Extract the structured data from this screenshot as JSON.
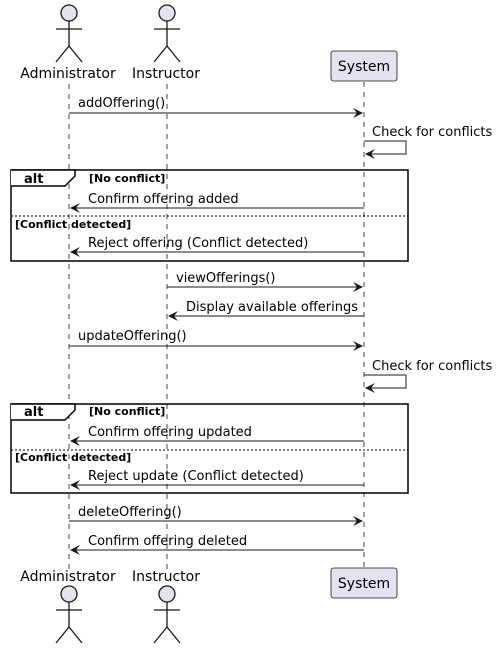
{
  "participants": {
    "administrator": "Administrator",
    "instructor": "Instructor",
    "system": "System"
  },
  "messages": {
    "m1": "addOffering()",
    "m2": "Check for conflicts",
    "m3": "Confirm offering added",
    "m4": "Reject offering (Conflict detected)",
    "m5": "viewOfferings()",
    "m6": "Display available offerings",
    "m7": "updateOffering()",
    "m8": "Check for conflicts",
    "m9": "Confirm offering updated",
    "m10": "Reject update (Conflict detected)",
    "m11": "deleteOffering()",
    "m12": "Confirm offering deleted"
  },
  "fragments": {
    "f1": {
      "tag": "alt",
      "guard1": "[No conflict]",
      "guard2": "[Conflict detected]"
    },
    "f2": {
      "tag": "alt",
      "guard1": "[No conflict]",
      "guard2": "[Conflict detected]"
    }
  },
  "colors": {
    "participant_fill": "#e2e2f0",
    "participant_stroke": "#181818",
    "lifeline": "#181818"
  }
}
